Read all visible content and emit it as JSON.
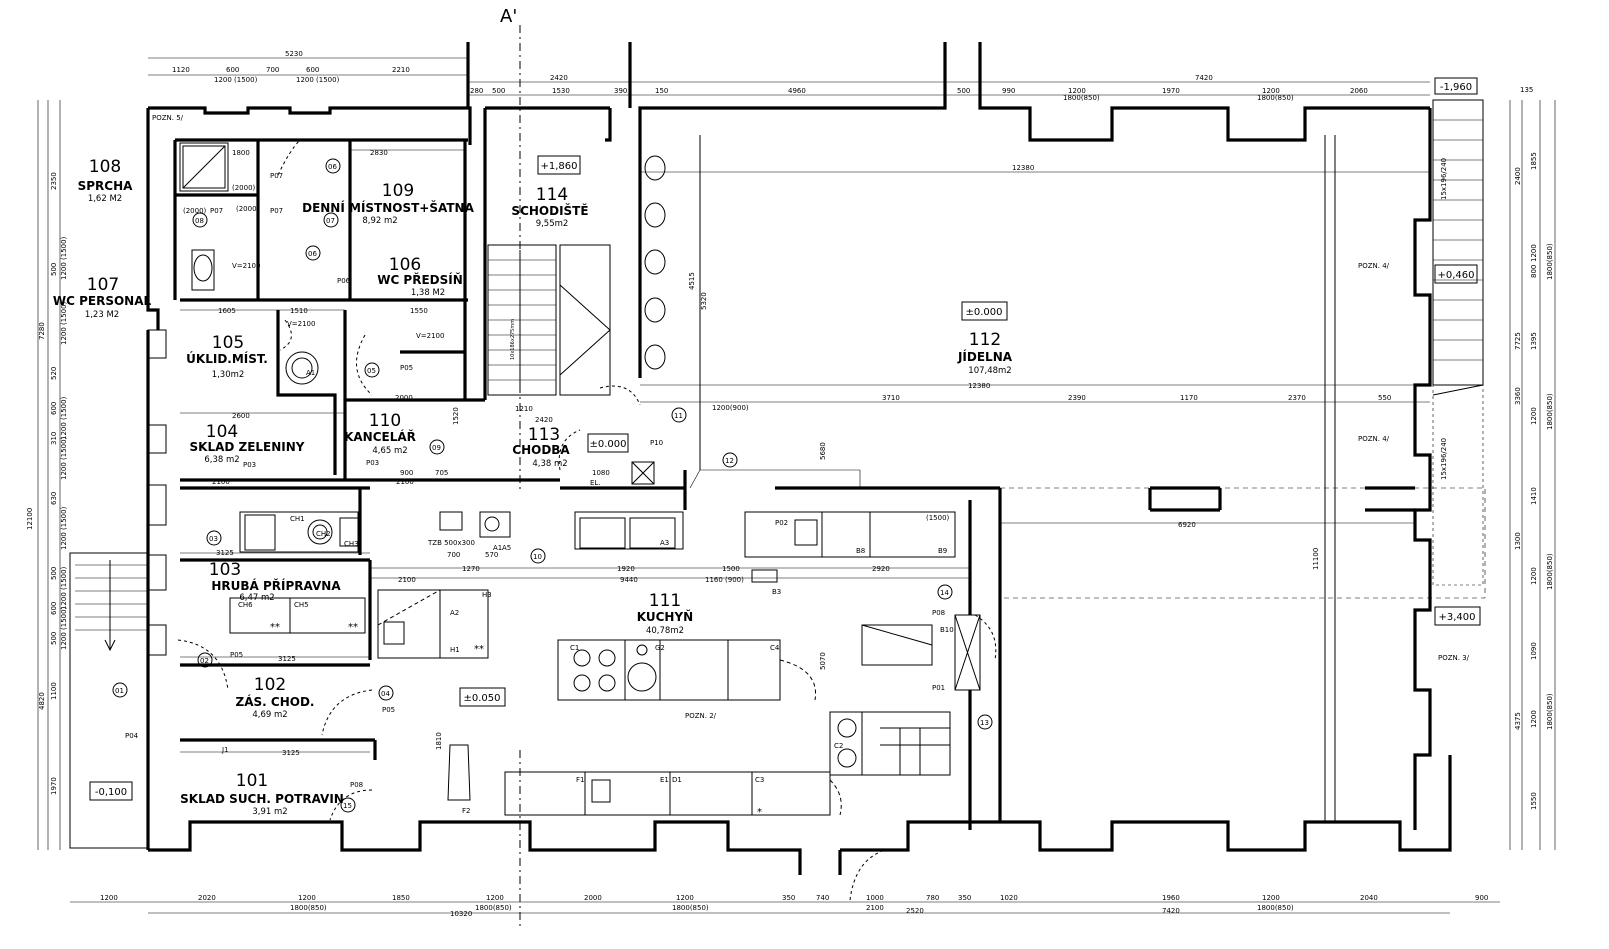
{
  "section_mark": "A'",
  "rooms": [
    {
      "id": "room-101",
      "num": "101",
      "name": "SKLAD SUCH. POTRAVIN",
      "area": "3,91 m2"
    },
    {
      "id": "room-102",
      "num": "102",
      "name": "ZÁS. CHOD.",
      "area": "4,69 m2"
    },
    {
      "id": "room-103",
      "num": "103",
      "name": "HRUBÁ PŘÍPRAVNA",
      "area": "6,47 m2"
    },
    {
      "id": "room-104",
      "num": "104",
      "name": "SKLAD ZELENINY",
      "area": "6,38 m2"
    },
    {
      "id": "room-105",
      "num": "105",
      "name": "ÚKLID.MÍST.",
      "area": "1,30m2"
    },
    {
      "id": "room-106",
      "num": "106",
      "name": "WC PŘEDSÍŇ",
      "area": "1,38 M2"
    },
    {
      "id": "room-107",
      "num": "107",
      "name": "WC PERSONAL",
      "area": "1,23 M2"
    },
    {
      "id": "room-108",
      "num": "108",
      "name": "SPRCHA",
      "area": "1,62 M2"
    },
    {
      "id": "room-109",
      "num": "109",
      "name": "DENNÍ MÍSTNOST+ŠATNA",
      "area": "8,92 m2"
    },
    {
      "id": "room-110",
      "num": "110",
      "name": "KANCELÁŘ",
      "area": "4,65 m2"
    },
    {
      "id": "room-111",
      "num": "111",
      "name": "KUCHYŇ",
      "area": "40,78m2"
    },
    {
      "id": "room-112",
      "num": "112",
      "name": "JÍDELNA",
      "area": "107,48m2"
    },
    {
      "id": "room-113",
      "num": "113",
      "name": "CHODBA",
      "area": "4,38 m2"
    },
    {
      "id": "room-114",
      "num": "114",
      "name": "SCHODIŠTĚ",
      "area": "9,55m2"
    }
  ],
  "levels": [
    "+1,860",
    "±0.000",
    "±0.000",
    "±0.050",
    "-0,100",
    "-1,960",
    "+0,460",
    "+3,400"
  ],
  "notes": [
    "POZN. 5/",
    "POZN. 4/",
    "POZN. 4/",
    "POZN. 3/",
    "POZN. 2/"
  ],
  "top_dims": [
    "5230",
    "1120",
    "600",
    "700",
    "600",
    "2210",
    "1200 (1500)",
    "1200 (1500)",
    "2420",
    "280",
    "500",
    "1530",
    "390",
    "150",
    "4960",
    "500",
    "7420",
    "990",
    "1200",
    "1970",
    "1200",
    "2060",
    "1800(850)",
    "1800(850)",
    "135"
  ],
  "bottom_dims": [
    "1200",
    "2020",
    "1200",
    "1850",
    "1200",
    "2000",
    "1200",
    "350",
    "740",
    "1000",
    "780",
    "350",
    "1020",
    "1960",
    "1200",
    "2040",
    "900",
    "1800(850)",
    "1800(850)",
    "10320",
    "1800(850)",
    "2100",
    "2520",
    "7420",
    "1800(850)"
  ],
  "left_dims": [
    "2350",
    "7280",
    "12100",
    "4820",
    "1970",
    "500",
    "1200 (1500)",
    "520",
    "1200 (1500)",
    "600",
    "1200 (1500)",
    "310",
    "1200 (1500)",
    "630",
    "1200 (1500)",
    "500",
    "1200 (1500)",
    "600",
    "1200 (1500)",
    "1100",
    "500"
  ],
  "right_dims": [
    "2400",
    "7725",
    "4375",
    "1855",
    "1200",
    "1800(850)",
    "800",
    "1395",
    "3360",
    "1200",
    "1800(850)",
    "1410",
    "1300",
    "1200",
    "1800(850)",
    "1090",
    "1200",
    "1800(850)",
    "1550"
  ],
  "inner_dims": [
    "12380",
    "12380",
    "6920",
    "9440",
    "1160 (900)",
    "1500",
    "1920",
    "2920",
    "3710",
    "2390",
    "1170",
    "2370",
    "550",
    "1200(900)",
    "5680",
    "5070",
    "11100",
    "4515",
    "5320",
    "1810",
    "1800",
    "2830",
    "2000",
    "1550",
    "1605",
    "1510",
    "1520",
    "1210",
    "2420",
    "2600",
    "3125",
    "3125",
    "3125",
    "2100",
    "2100",
    "2100",
    "900",
    "705",
    "1080",
    "1270",
    "700",
    "570"
  ],
  "door_tags": [
    "P07",
    "P07",
    "P07",
    "P06",
    "P05",
    "P03",
    "P03",
    "P10",
    "P02",
    "P08",
    "P01",
    "P05",
    "P05",
    "P04",
    "P08"
  ],
  "circle_tags": [
    "01",
    "02",
    "03",
    "04",
    "05",
    "06",
    "06",
    "07",
    "08",
    "09",
    "10",
    "11",
    "12",
    "13",
    "14",
    "15"
  ],
  "equipment": [
    "CH1",
    "CH2",
    "CH3",
    "CH5",
    "CH6",
    "H1",
    "H3",
    "A1",
    "A2",
    "A3",
    "A5",
    "B3",
    "B8",
    "B9",
    "B10",
    "C1",
    "C2",
    "C3",
    "C4",
    "G2",
    "D1",
    "E1",
    "F1",
    "F2",
    "J1",
    "(1500)",
    "A1"
  ],
  "misc": [
    "TZB 500x300",
    "V=2100",
    "V=2100",
    "V=2100",
    "EL.",
    "**",
    "**",
    "**",
    "*",
    "(2000)",
    "(2000)",
    "(2000)",
    "15x196/240",
    "15x196/240",
    "10x186x275mm"
  ]
}
